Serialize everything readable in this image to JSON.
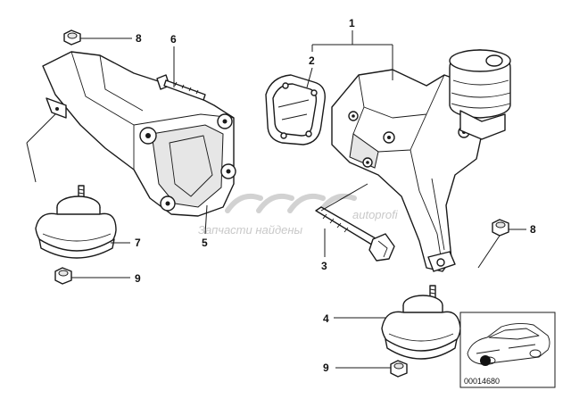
{
  "callouts": {
    "c1": "1",
    "c2": "2",
    "c3": "3",
    "c4": "4",
    "c5": "5",
    "c6": "6",
    "c7": "7",
    "c8_left": "8",
    "c8_right": "8",
    "c9_left": "9",
    "c9_bottom": "9"
  },
  "watermark": {
    "text": "Запчасти найдены",
    "logo_word": "autoprofi"
  },
  "inset": {
    "part_code": "00014680"
  },
  "colors": {
    "line": "#1a1a1a",
    "watermark": "#c9c9c9",
    "background": "#ffffff"
  }
}
